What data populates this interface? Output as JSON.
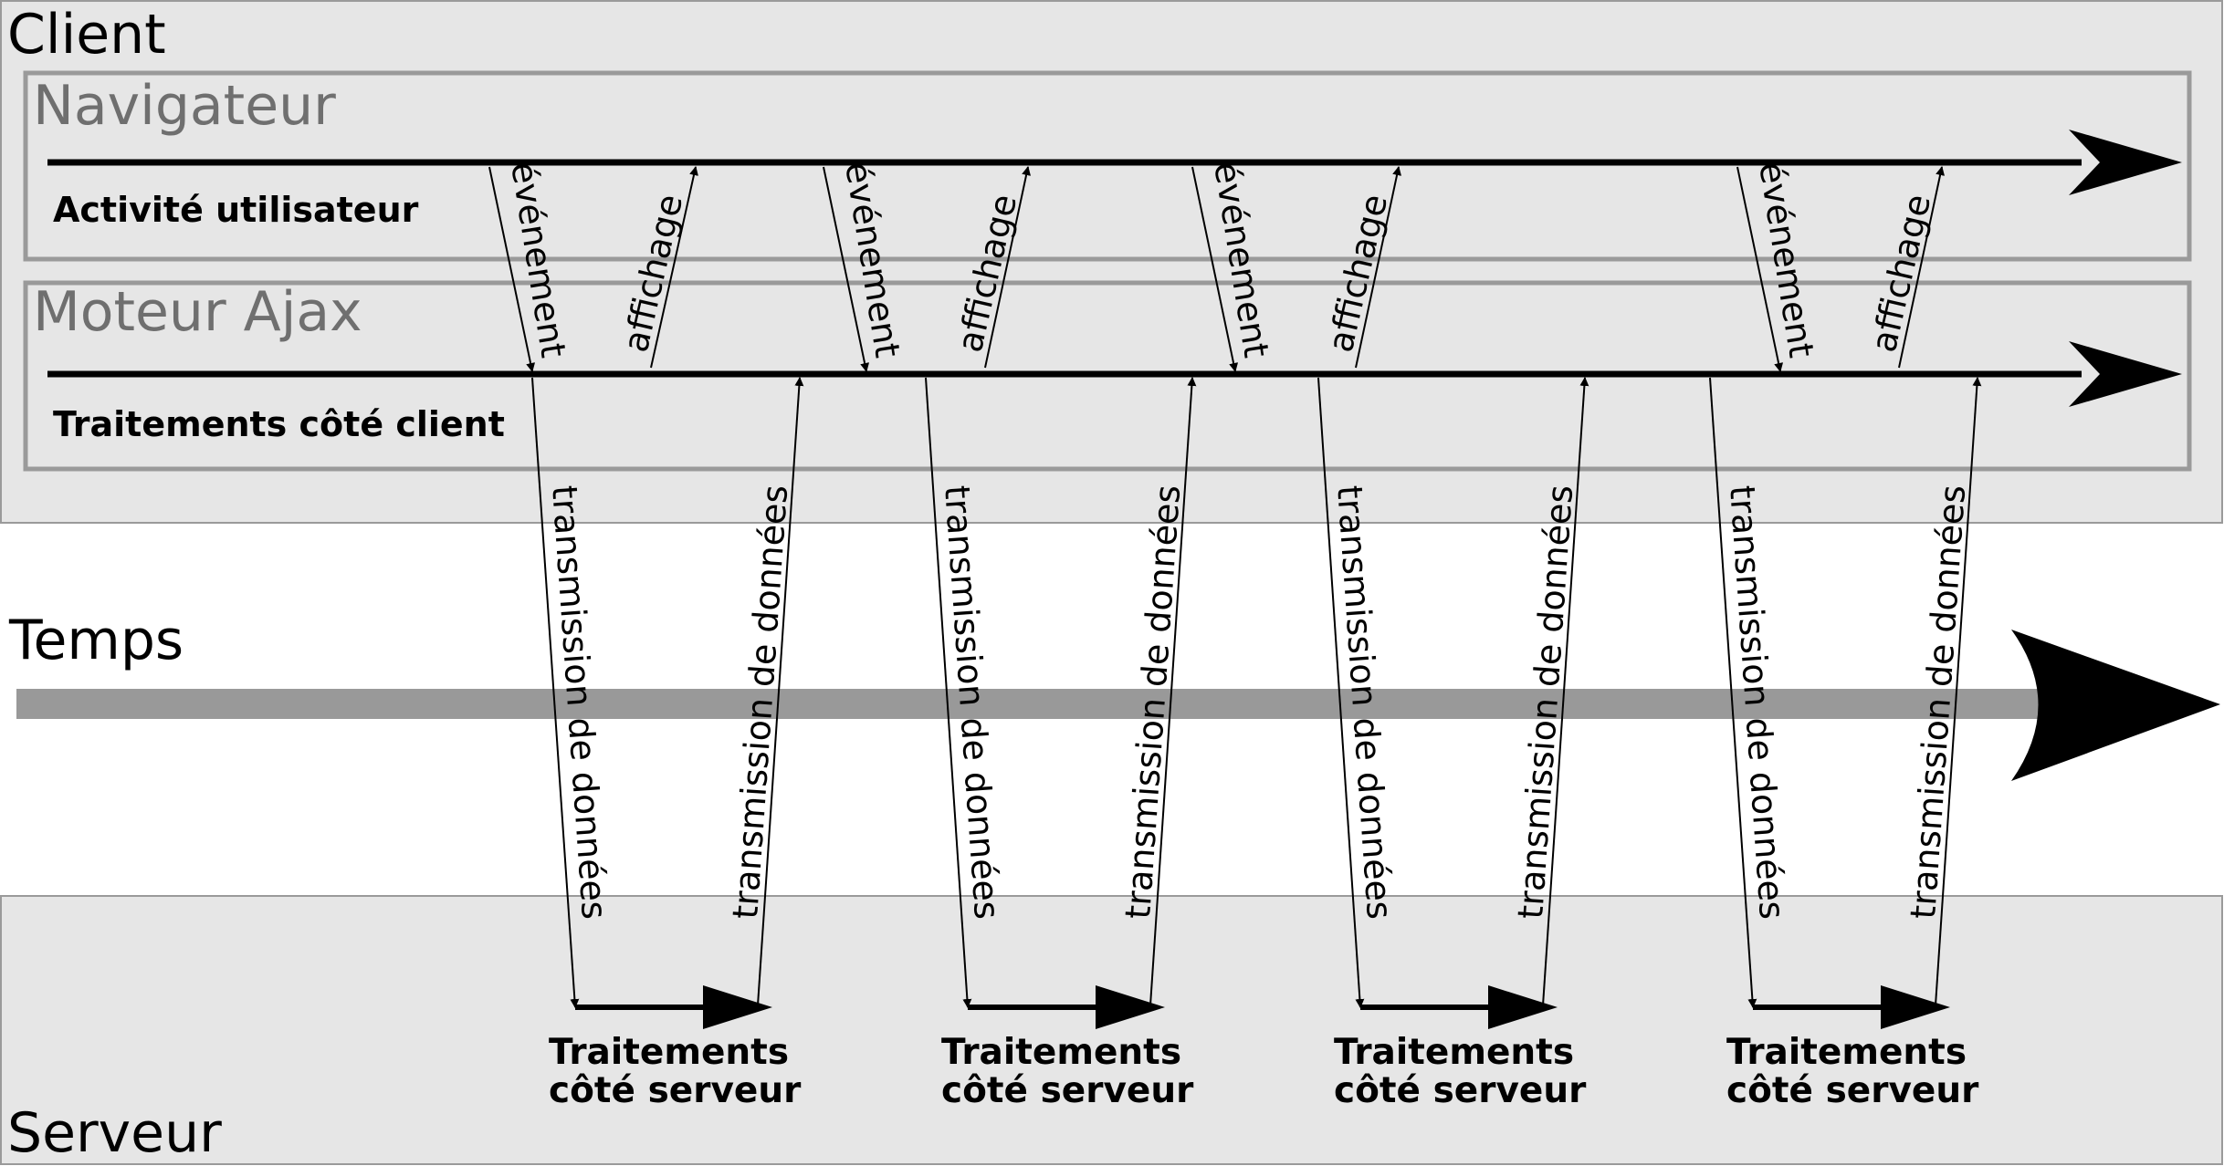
{
  "client": {
    "label": "Client"
  },
  "browser": {
    "label": "Navigateur",
    "lane_label": "Activité utilisateur"
  },
  "ajax_engine": {
    "label": "Moteur Ajax",
    "lane_label": "Traitements côté client"
  },
  "time": {
    "label": "Temps"
  },
  "server": {
    "label": "Serveur"
  },
  "cycles": [
    {
      "event": "événement",
      "display": "affichage",
      "request": "transmission de données",
      "response": "transmission de données",
      "server_line1": "Traitements",
      "server_line2": "côté serveur"
    },
    {
      "event": "événement",
      "display": "affichage",
      "request": "transmission de données",
      "response": "transmission de données",
      "server_line1": "Traitements",
      "server_line2": "côté serveur"
    },
    {
      "event": "événement",
      "display": "affichage",
      "request": "transmission de données",
      "response": "transmission de données",
      "server_line1": "Traitements",
      "server_line2": "côté serveur"
    },
    {
      "event": "événement",
      "display": "affichage",
      "request": "transmission de données",
      "response": "transmission de données",
      "server_line1": "Traitements",
      "server_line2": "côté serveur"
    }
  ],
  "colors": {
    "panel_fill": "#e6e6e6",
    "panel_border": "#9a9a9a",
    "time_bar": "#999999",
    "ink": "#000000"
  }
}
